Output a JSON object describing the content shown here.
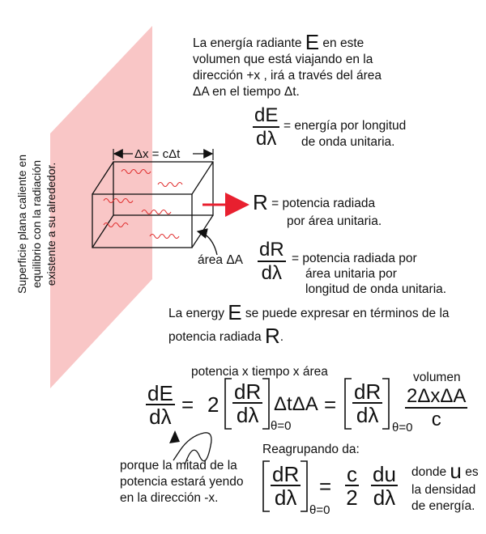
{
  "diagram": {
    "surface_label_lines": [
      "Superficie plana caliente en",
      "equilibrio con la radiación",
      "existente a su alrededor."
    ],
    "intro": {
      "line1_pre": "La energía radiante",
      "E": "E",
      "line1_post": "en este",
      "line2": "volumen que está viajando en la",
      "line3": "dirección +x , irá a través del área",
      "line4": "ΔA en el tiempo Δt."
    },
    "dE_dlambda": {
      "num": "dE",
      "den": "dλ",
      "equals": "=",
      "def_line1": "energía por longitud",
      "def_line2": "de onda unitaria."
    },
    "dx_label": "Δx = cΔt",
    "R_def": {
      "R": "R",
      "line1": "= potencia radiada",
      "line2": "por área unitaria."
    },
    "area_label": "área ΔA",
    "dR_dlambda_def": {
      "num": "dR",
      "den": "dλ",
      "line1": "= potencia radiada por",
      "line2": "área unitaria por",
      "line3": "longitud de onda unitaria."
    },
    "energy_text": {
      "line1_pre": "La energy",
      "E": "E",
      "line1_post": "se puede expresar en términos de la",
      "line2_pre": "potencia radiada",
      "R": "R",
      "line2_post": "."
    },
    "equation1": {
      "top_label": "potencia x tiempo x área",
      "volume_label": "volumen",
      "lhs_num": "dE",
      "lhs_den": "dλ",
      "eq1": "=",
      "coef": "2",
      "mid_num": "dR",
      "mid_den": "dλ",
      "dt_dA": "ΔtΔA",
      "sub1": "θ=0",
      "eq2": "=",
      "r_num": "dR",
      "r_den": "dλ",
      "sub2": "θ=0",
      "vol_num": "2ΔxΔA",
      "vol_den": "c"
    },
    "note_lines": [
      "porque la mitad de la",
      "potencia estará yendo",
      "en la dirección -x."
    ],
    "regroup_label": "Reagrupando da:",
    "equation2": {
      "l_num": "dR",
      "l_den": "dλ",
      "sub": "θ=0",
      "eq": "=",
      "c_num": "c",
      "c_den": "2",
      "u_num": "du",
      "u_den": "dλ"
    },
    "where_u": {
      "line1_pre": "donde",
      "u": "u",
      "line1_post": "es",
      "line2": "la densidad",
      "line3": "de energía."
    },
    "colors": {
      "plane": "#f9c6c6",
      "arrow": "#e8202f",
      "wave": "#e03030"
    }
  }
}
